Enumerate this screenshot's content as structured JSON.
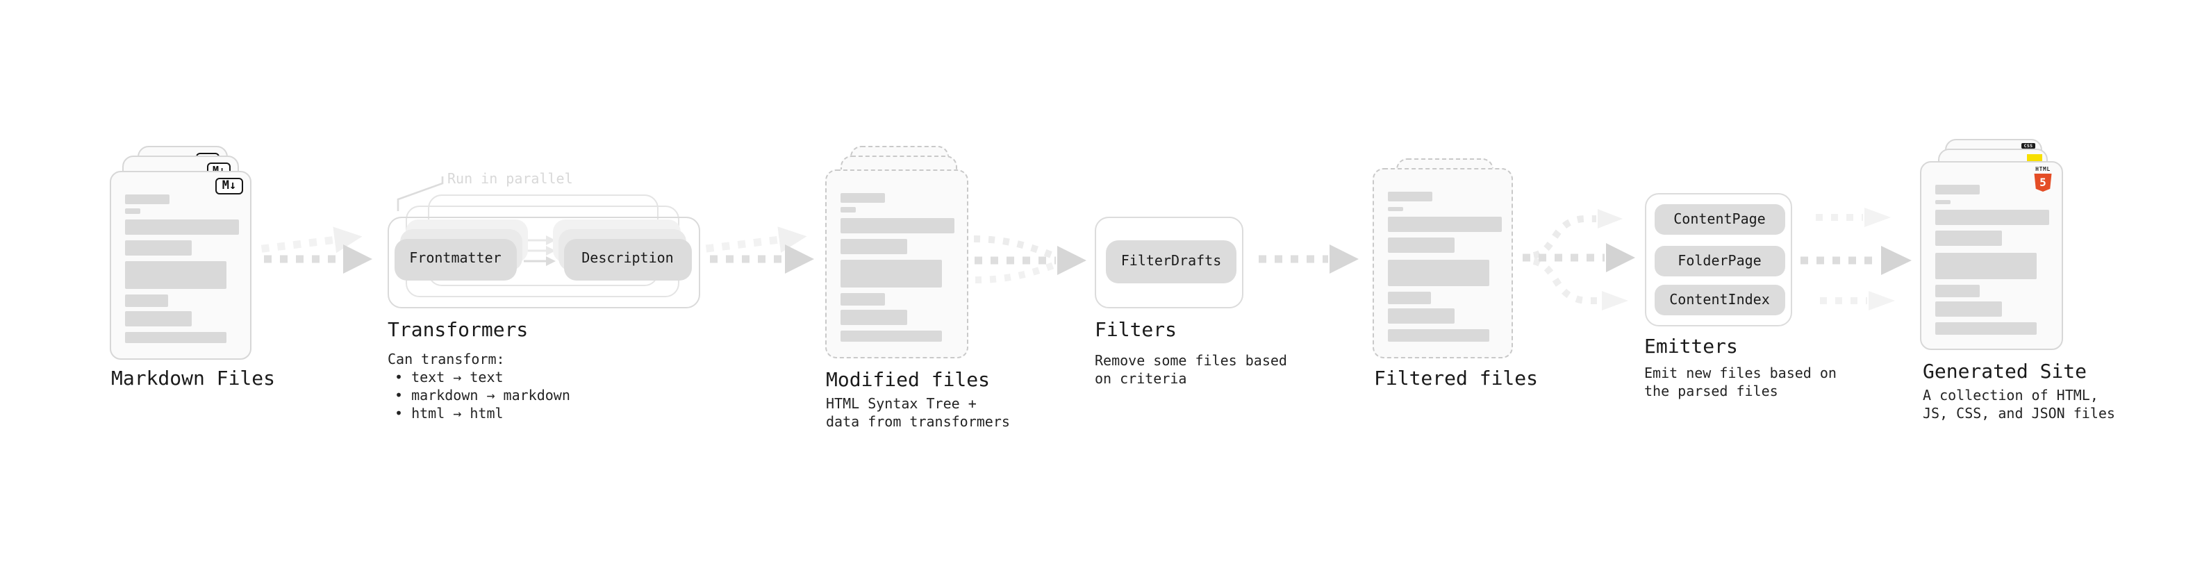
{
  "diagram": {
    "markdown": {
      "title": "Markdown Files",
      "badge": "M↓"
    },
    "transformers": {
      "title": "Transformers",
      "note": "Run in parallel",
      "pill_from": "Frontmatter",
      "pill_to": "Description",
      "desc_heading": "Can transform:",
      "bullets": [
        "• text → text",
        "• markdown → markdown",
        "• html → html"
      ]
    },
    "modified": {
      "title": "Modified files",
      "desc": [
        "HTML Syntax Tree +",
        "data from transformers"
      ]
    },
    "filters": {
      "title": "Filters",
      "pill": "FilterDrafts",
      "desc": [
        "Remove some files based",
        "on criteria"
      ]
    },
    "filtered": {
      "title": "Filtered files"
    },
    "emitters": {
      "title": "Emitters",
      "pills": [
        "ContentPage",
        "FolderPage",
        "ContentIndex"
      ],
      "desc": [
        "Emit new files based on",
        "the parsed files"
      ]
    },
    "generated": {
      "title": "Generated Site",
      "desc": [
        "A collection of HTML,",
        "JS, CSS, and JSON files"
      ],
      "badges": {
        "css": "CSS",
        "html_label": "HTML",
        "html_number": "5"
      }
    }
  },
  "colors": {
    "text": "#1a1a1a",
    "skeleton_bar": "#d9d9d9",
    "pill_bg": "#dcdcdc",
    "card_bg": "#fafafa",
    "solid_border": "#d7d7d7",
    "dashed_border": "#c9c9c9",
    "arrow_dash": "#dedede",
    "arrow_head": "#d6d6d6",
    "ghost_arrow": "#f1f1f1",
    "note_text": "#d8d8d8",
    "html5_orange": "#e44d26",
    "js_yellow": "#f7df00",
    "css_blue": "#2d53e5"
  }
}
